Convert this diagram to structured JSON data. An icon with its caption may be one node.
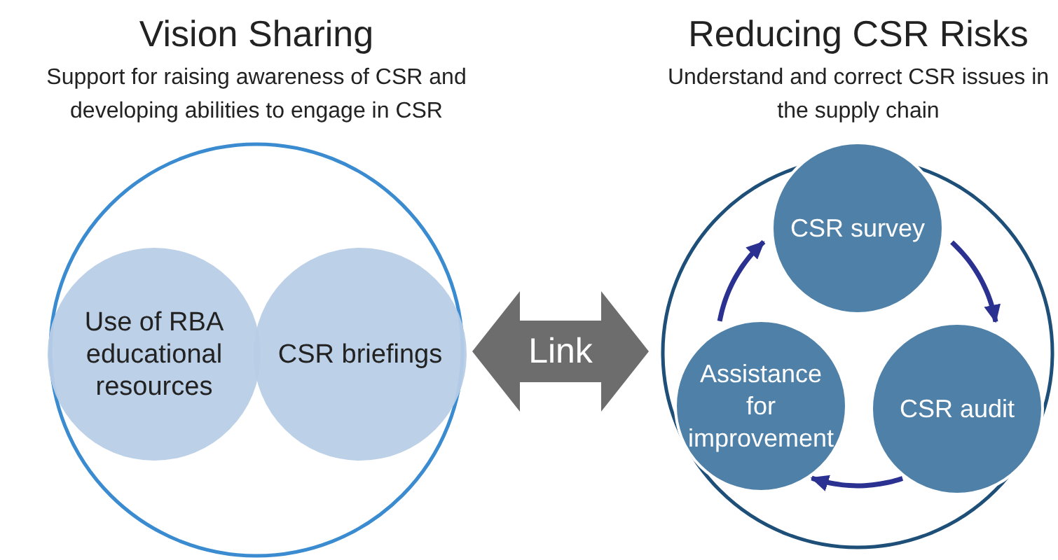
{
  "diagram": {
    "nodes": [
      {
        "text": [
          "Vision Sharing",
          "Support for raising awareness of CSR and developing abilities to engage in CSR"
        ]
      },
      {
        "text": [
          "Use of RBA educational resources"
        ],
        "in": 0
      },
      {
        "text": [
          "CSR briefings"
        ],
        "in": 0
      },
      {
        "text": [
          "Reducing CSR Risks",
          "Understand and correct CSR issues in the supply chain"
        ]
      },
      {
        "text": [
          "CSR survey"
        ],
        "in": 3
      },
      {
        "text": [
          "CSR audit"
        ],
        "in": 3
      },
      {
        "text": [
          "Assistance for improvement"
        ],
        "in": 3
      }
    ],
    "edges": [
      {
        "from": 0,
        "to": 3,
        "arrow": "both",
        "label": "Link",
        "style": "thick",
        "color": "#6d6d6d"
      },
      {
        "from": 4,
        "to": 5,
        "arrow": "to"
      },
      {
        "from": 5,
        "to": 6,
        "arrow": "to"
      },
      {
        "from": 6,
        "to": 4,
        "arrow": "to"
      }
    ]
  }
}
